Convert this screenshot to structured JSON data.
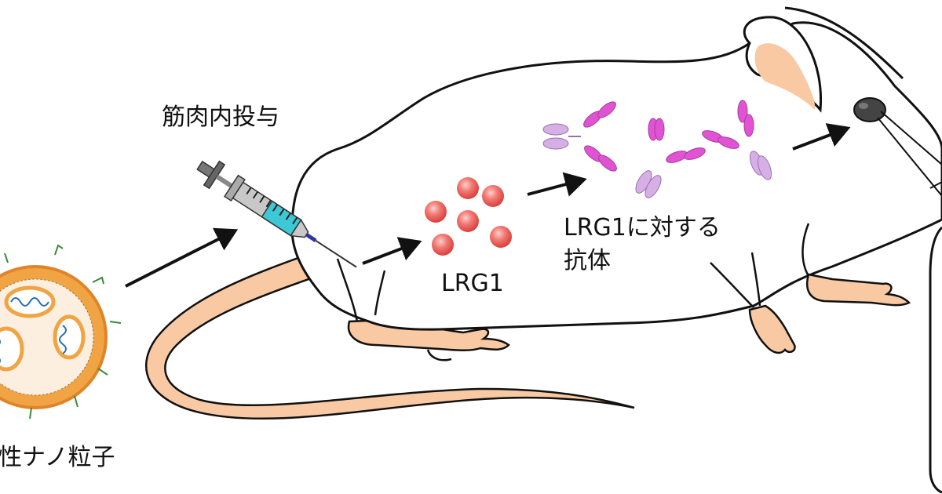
{
  "labels": {
    "injection": "筋肉内投与",
    "nanoparticle": "性ナノ粒子",
    "lrg1": "LRG1",
    "antibody_line1": "LRG1に対する",
    "antibody_line2": "抗体"
  },
  "colors": {
    "outline": "#111111",
    "skin": "#f9c9a4",
    "lrg1_fill": "#ec5a56",
    "particle_shell": "#f0a444",
    "antibody_heavy": "#e054d4",
    "antibody_light": "#d6b0e4",
    "syringe_barrel": "#9a9a9a",
    "syringe_fluid": "#3ec8d6",
    "nose": "#444444"
  }
}
